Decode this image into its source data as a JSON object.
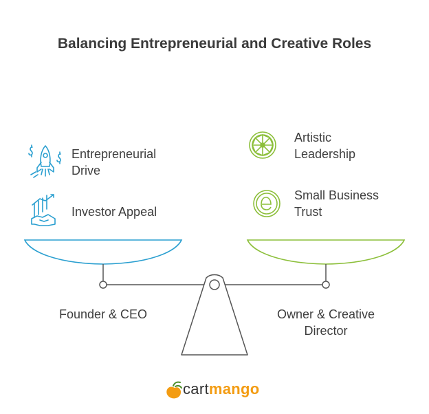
{
  "title": "Balancing Entrepreneurial and Creative Roles",
  "left": {
    "label": "Founder & CEO",
    "items": [
      {
        "label": "Entrepreneurial Drive",
        "line1": "Entrepreneurial",
        "line2": "Drive",
        "icon": "rocket-icon"
      },
      {
        "label": "Investor Appeal",
        "icon": "handshake-chart-icon"
      }
    ],
    "color": "#2a9fd0"
  },
  "right": {
    "label": "Owner & Creative Director",
    "line1": "Owner & Creative",
    "line2": "Director",
    "items": [
      {
        "label": "Artistic Leadership",
        "line1": "Artistic",
        "line2": "Leadership",
        "icon": "wheel-icon"
      },
      {
        "label": "Small Business Trust",
        "line1": "Small Business",
        "line2": "Trust",
        "icon": "coin-e-icon"
      }
    ],
    "color": "#8cbf3a"
  },
  "logo": {
    "part1": "cart",
    "part2": "mango",
    "icon": "mango-icon"
  }
}
